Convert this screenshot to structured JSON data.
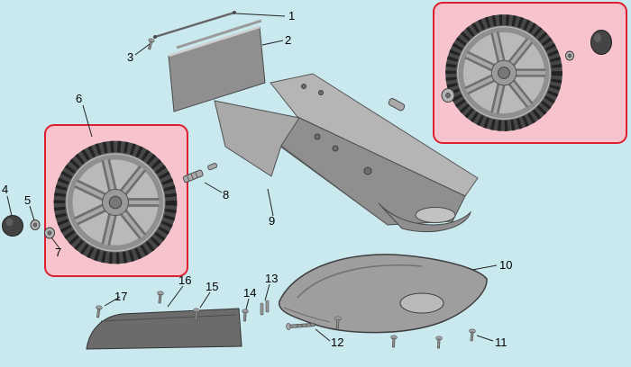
{
  "diagram": {
    "background_color": "#c9e9ef",
    "highlight_fill": "#f7c3cd",
    "highlight_border": "#de1f30",
    "part_gray": "#a9a9a9",
    "tire_color": "#3f3f3f",
    "parts": [
      {
        "label": "1"
      },
      {
        "label": "2"
      },
      {
        "label": "3"
      },
      {
        "label": "4"
      },
      {
        "label": "5"
      },
      {
        "label": "6"
      },
      {
        "label": "7"
      },
      {
        "label": "8"
      },
      {
        "label": "9"
      },
      {
        "label": "10"
      },
      {
        "label": "11"
      },
      {
        "label": "12"
      },
      {
        "label": "13"
      },
      {
        "label": "14"
      },
      {
        "label": "15"
      },
      {
        "label": "16"
      },
      {
        "label": "17"
      }
    ]
  }
}
